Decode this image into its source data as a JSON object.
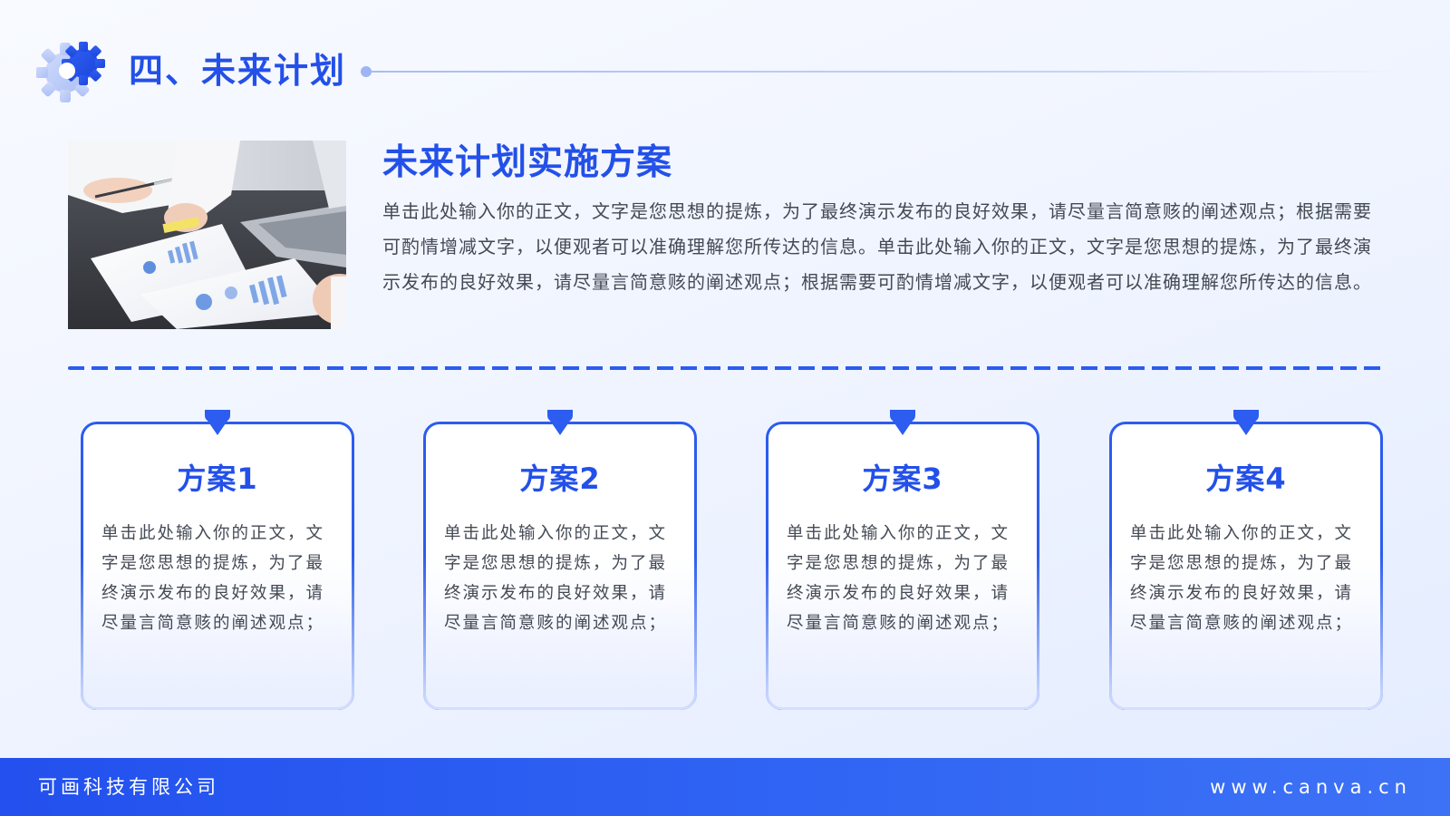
{
  "header": {
    "section_title": "四、未来计划",
    "icon": "gear-icon"
  },
  "intro": {
    "title": "未来计划实施方案",
    "body": "单击此处输入你的正文，文字是您思想的提炼，为了最终演示发布的良好效果，请尽量言简意赅的阐述观点；根据需要可酌情增减文字，以便观者可以准确理解您所传达的信息。单击此处输入你的正文，文字是您思想的提炼，为了最终演示发布的良好效果，请尽量言简意赅的阐述观点；根据需要可酌情增减文字，以便观者可以准确理解您所传达的信息。"
  },
  "plans": [
    {
      "title": "方案1",
      "body": "单击此处输入你的正文，文字是您思想的提炼，为了最终演示发布的良好效果，请尽量言简意赅的阐述观点；"
    },
    {
      "title": "方案2",
      "body": "单击此处输入你的正文，文字是您思想的提炼，为了最终演示发布的良好效果，请尽量言简意赅的阐述观点；"
    },
    {
      "title": "方案3",
      "body": "单击此处输入你的正文，文字是您思想的提炼，为了最终演示发布的良好效果，请尽量言简意赅的阐述观点；"
    },
    {
      "title": "方案4",
      "body": "单击此处输入你的正文，文字是您思想的提炼，为了最终演示发布的良好效果，请尽量言简意赅的阐述观点；"
    }
  ],
  "footer": {
    "company": "可画科技有限公司",
    "website": "www.canva.cn"
  },
  "colors": {
    "accent": "#2350e8",
    "footer": "#2c5cf0",
    "text": "#444a55"
  }
}
